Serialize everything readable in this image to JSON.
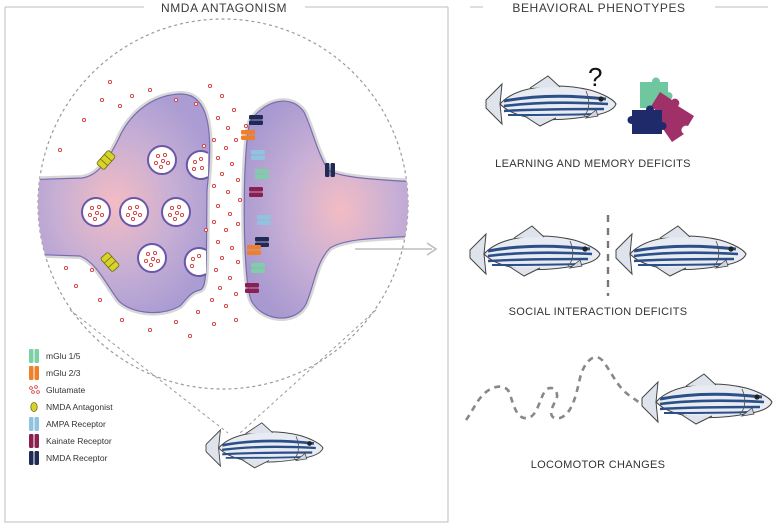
{
  "headers": {
    "left": "NMDA ANTAGONISM",
    "right": "BEHAVIORAL PHENOTYPES"
  },
  "phenotypes": [
    {
      "label": "LEARNING AND MEMORY DEFICITS",
      "mark": "?"
    },
    {
      "label": "SOCIAL INTERACTION DEFICITS"
    },
    {
      "label": "LOCOMOTOR CHANGES"
    }
  ],
  "legend": [
    {
      "label": "mGlu 1/5",
      "icon": "mglu15-receptor-icon",
      "color": "#7dcfa6"
    },
    {
      "label": "mGlu 2/3",
      "icon": "mglu23-receptor-icon",
      "color": "#f07f2a"
    },
    {
      "label": "Glutamate",
      "icon": "glutamate-icon",
      "color": "#d23c3c"
    },
    {
      "label": "NMDA Antagonist",
      "icon": "nmda-antagonist-icon",
      "color": "#d8d22a"
    },
    {
      "label": "AMPA Receptor",
      "icon": "ampa-receptor-icon",
      "color": "#8fc3e0"
    },
    {
      "label": "Kainate Receptor",
      "icon": "kainate-receptor-icon",
      "color": "#8c1f52"
    },
    {
      "label": "NMDA Receptor",
      "icon": "nmda-receptor-icon",
      "color": "#1f2a55"
    }
  ],
  "colors": {
    "neuron_fill": "#b5a8d8",
    "neuron_core": "#f2b9c0",
    "vesicle_ring": "#6b56a8",
    "puzzle_green": "#6fc7a0",
    "puzzle_navy": "#1f2a6a",
    "puzzle_magenta": "#a03068",
    "fish_stripe": "#2b4f88"
  }
}
